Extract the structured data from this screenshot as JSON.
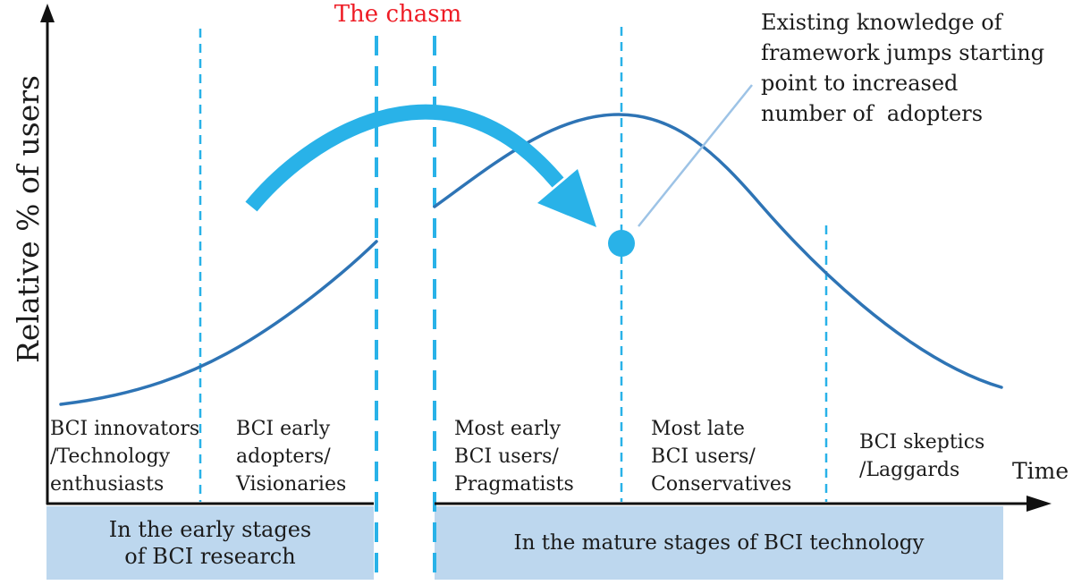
{
  "title": {
    "chasm": "The chasm"
  },
  "axes": {
    "y_label": "Relative % of users",
    "x_label": "Time"
  },
  "annotation": {
    "line1": "Existing knowledge of",
    "line2": "framework jumps starting",
    "line3": "point to increased",
    "line4": "number of  adopters"
  },
  "categories": [
    {
      "name": "innovators",
      "lines": [
        "BCI innovators",
        "/Technology",
        "enthusiasts"
      ]
    },
    {
      "name": "early-adopters",
      "lines": [
        "BCI early",
        "adopters/",
        "Visionaries"
      ]
    },
    {
      "name": "early-users",
      "lines": [
        "Most early",
        "BCI users/",
        "Pragmatists"
      ]
    },
    {
      "name": "late-users",
      "lines": [
        "Most late",
        "BCI users/",
        "Conservatives"
      ]
    },
    {
      "name": "skeptics",
      "lines": [
        "BCI skeptics",
        "/Laggards"
      ]
    }
  ],
  "stages": {
    "early_line1": "In the early stages",
    "early_line2": "of BCI research",
    "mature": "In the mature stages of BCI technology"
  },
  "colors": {
    "accent_blue": "#29b2e8",
    "dark_blue": "#2e74b5",
    "leader_blue": "#9dc3e6",
    "band_fill": "#bdd7ee",
    "chasm_red": "#ee1c25",
    "text_color": "#1b1b1b",
    "axis_black": "#111111"
  }
}
